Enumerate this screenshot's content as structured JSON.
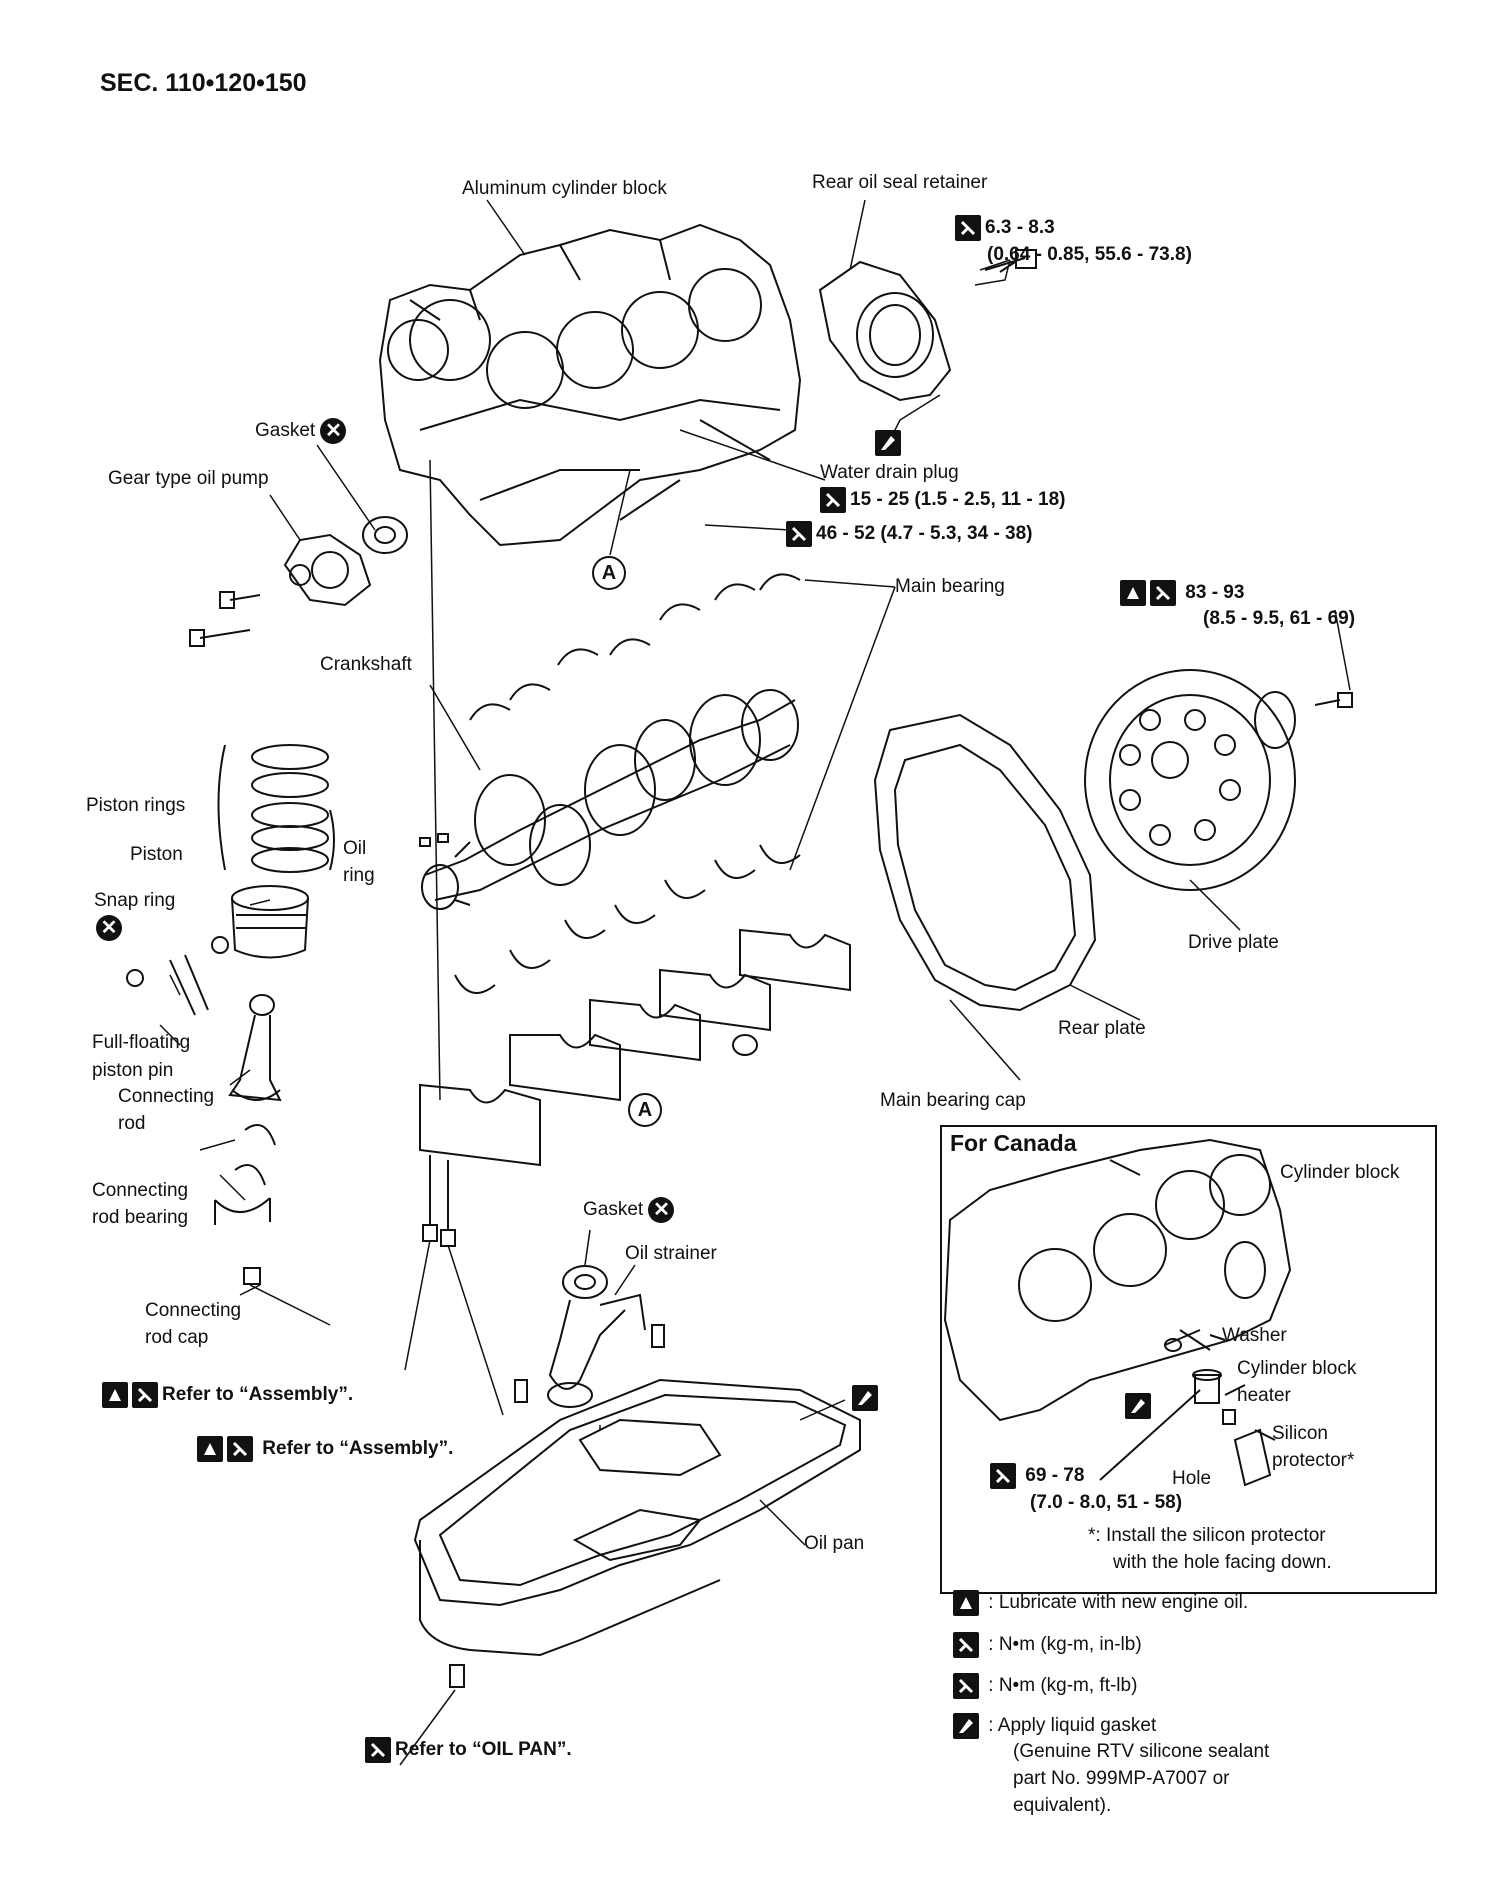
{
  "header": {
    "section": "SEC. 110•120•150"
  },
  "labels": {
    "cylinder_block": "Aluminum cylinder block",
    "rear_oil_seal_retainer": "Rear oil seal retainer",
    "torque_retainer_1": "6.3 - 8.3",
    "torque_retainer_2": "(0.64 - 0.85, 55.6 - 73.8)",
    "gasket": "Gasket",
    "gear_oil_pump": "Gear type oil pump",
    "water_drain_plug": "Water drain plug",
    "torque_drain_1": "15 - 25 (1.5 - 2.5, 11 - 18)",
    "torque_drain_2": "46 - 52 (4.7 - 5.3, 34 - 38)",
    "main_bearing": "Main bearing",
    "torque_drive_1": "83 - 93",
    "torque_drive_2": "(8.5 - 9.5, 61 - 69)",
    "crankshaft": "Crankshaft",
    "piston_rings": "Piston rings",
    "oil_ring_1": "Oil",
    "oil_ring_2": "ring",
    "piston": "Piston",
    "snap_ring": "Snap ring",
    "full_floating_1": "Full-floating",
    "full_floating_2": "piston pin",
    "connecting_rod_1": "Connecting",
    "connecting_rod_2": "rod",
    "con_rod_bearing_1": "Connecting",
    "con_rod_bearing_2": "rod bearing",
    "con_rod_cap_1": "Connecting",
    "con_rod_cap_2": "rod cap",
    "drive_plate": "Drive plate",
    "rear_plate": "Rear plate",
    "main_bearing_cap": "Main bearing cap",
    "marker_a": "A",
    "gasket_2": "Gasket",
    "oil_strainer": "Oil strainer",
    "refer_assembly_1": "Refer to “Assembly”.",
    "refer_assembly_2": "Refer to “Assembly”.",
    "oil_pan": "Oil pan",
    "refer_oil_pan": "Refer to “OIL PAN”."
  },
  "canada": {
    "title": "For Canada",
    "cylinder_block": "Cylinder block",
    "washer": "Washer",
    "heater_1": "Cylinder block",
    "heater_2": "heater",
    "silicon_1": "Silicon",
    "silicon_2": "protector*",
    "hole": "Hole",
    "torque_1": "69 - 78",
    "torque_2": "(7.0 - 8.0, 51 - 58)",
    "note_1": "*: Install the silicon protector",
    "note_2": "with the hole facing down."
  },
  "legend": {
    "lubricate": ": Lubricate with new engine oil.",
    "nm_inlb": ": N•m (kg-m, in-lb)",
    "nm_ftlb": ": N•m (kg-m, ft-lb)",
    "gasket_1": ": Apply liquid gasket",
    "gasket_2": "(Genuine RTV silicone sealant",
    "gasket_3": "part No. 999MP-A7007 or",
    "gasket_4": "equivalent)."
  },
  "icons": {
    "no_reuse": "no-reuse-icon",
    "torque_inlb": "torque-wrench-inlb-icon",
    "torque_ftlb": "torque-wrench-ftlb-icon",
    "oil_can": "oil-can-icon",
    "liquid_gasket": "liquid-gasket-icon"
  }
}
